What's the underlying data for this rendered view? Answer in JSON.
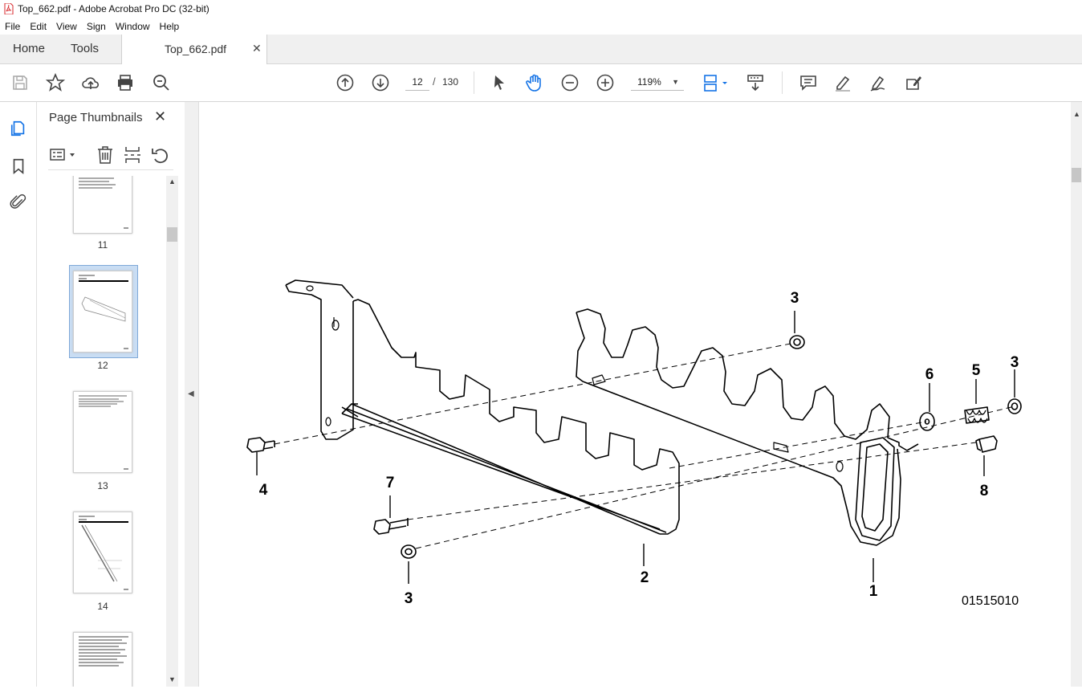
{
  "window": {
    "title": "Top_662.pdf - Adobe Acrobat Pro DC (32-bit)"
  },
  "menu": [
    "File",
    "Edit",
    "View",
    "Sign",
    "Window",
    "Help"
  ],
  "tabs": {
    "home": "Home",
    "tools": "Tools",
    "document": "Top_662.pdf"
  },
  "toolbar": {
    "current_page": "12",
    "page_separator": "/",
    "total_pages": "130",
    "zoom": "119%"
  },
  "panel": {
    "title": "Page Thumbnails",
    "thumbnails": [
      {
        "label": "11",
        "selected": false
      },
      {
        "label": "12",
        "selected": true
      },
      {
        "label": "13",
        "selected": false
      },
      {
        "label": "14",
        "selected": false
      }
    ]
  },
  "drawing": {
    "callouts": [
      "3",
      "6",
      "5",
      "3",
      "4",
      "7",
      "8",
      "2",
      "3",
      "1"
    ],
    "figure_number": "01515010"
  },
  "colors": {
    "accent": "#1473e6",
    "selection": "#c9ddf3",
    "pdf_red": "#d7262a"
  }
}
